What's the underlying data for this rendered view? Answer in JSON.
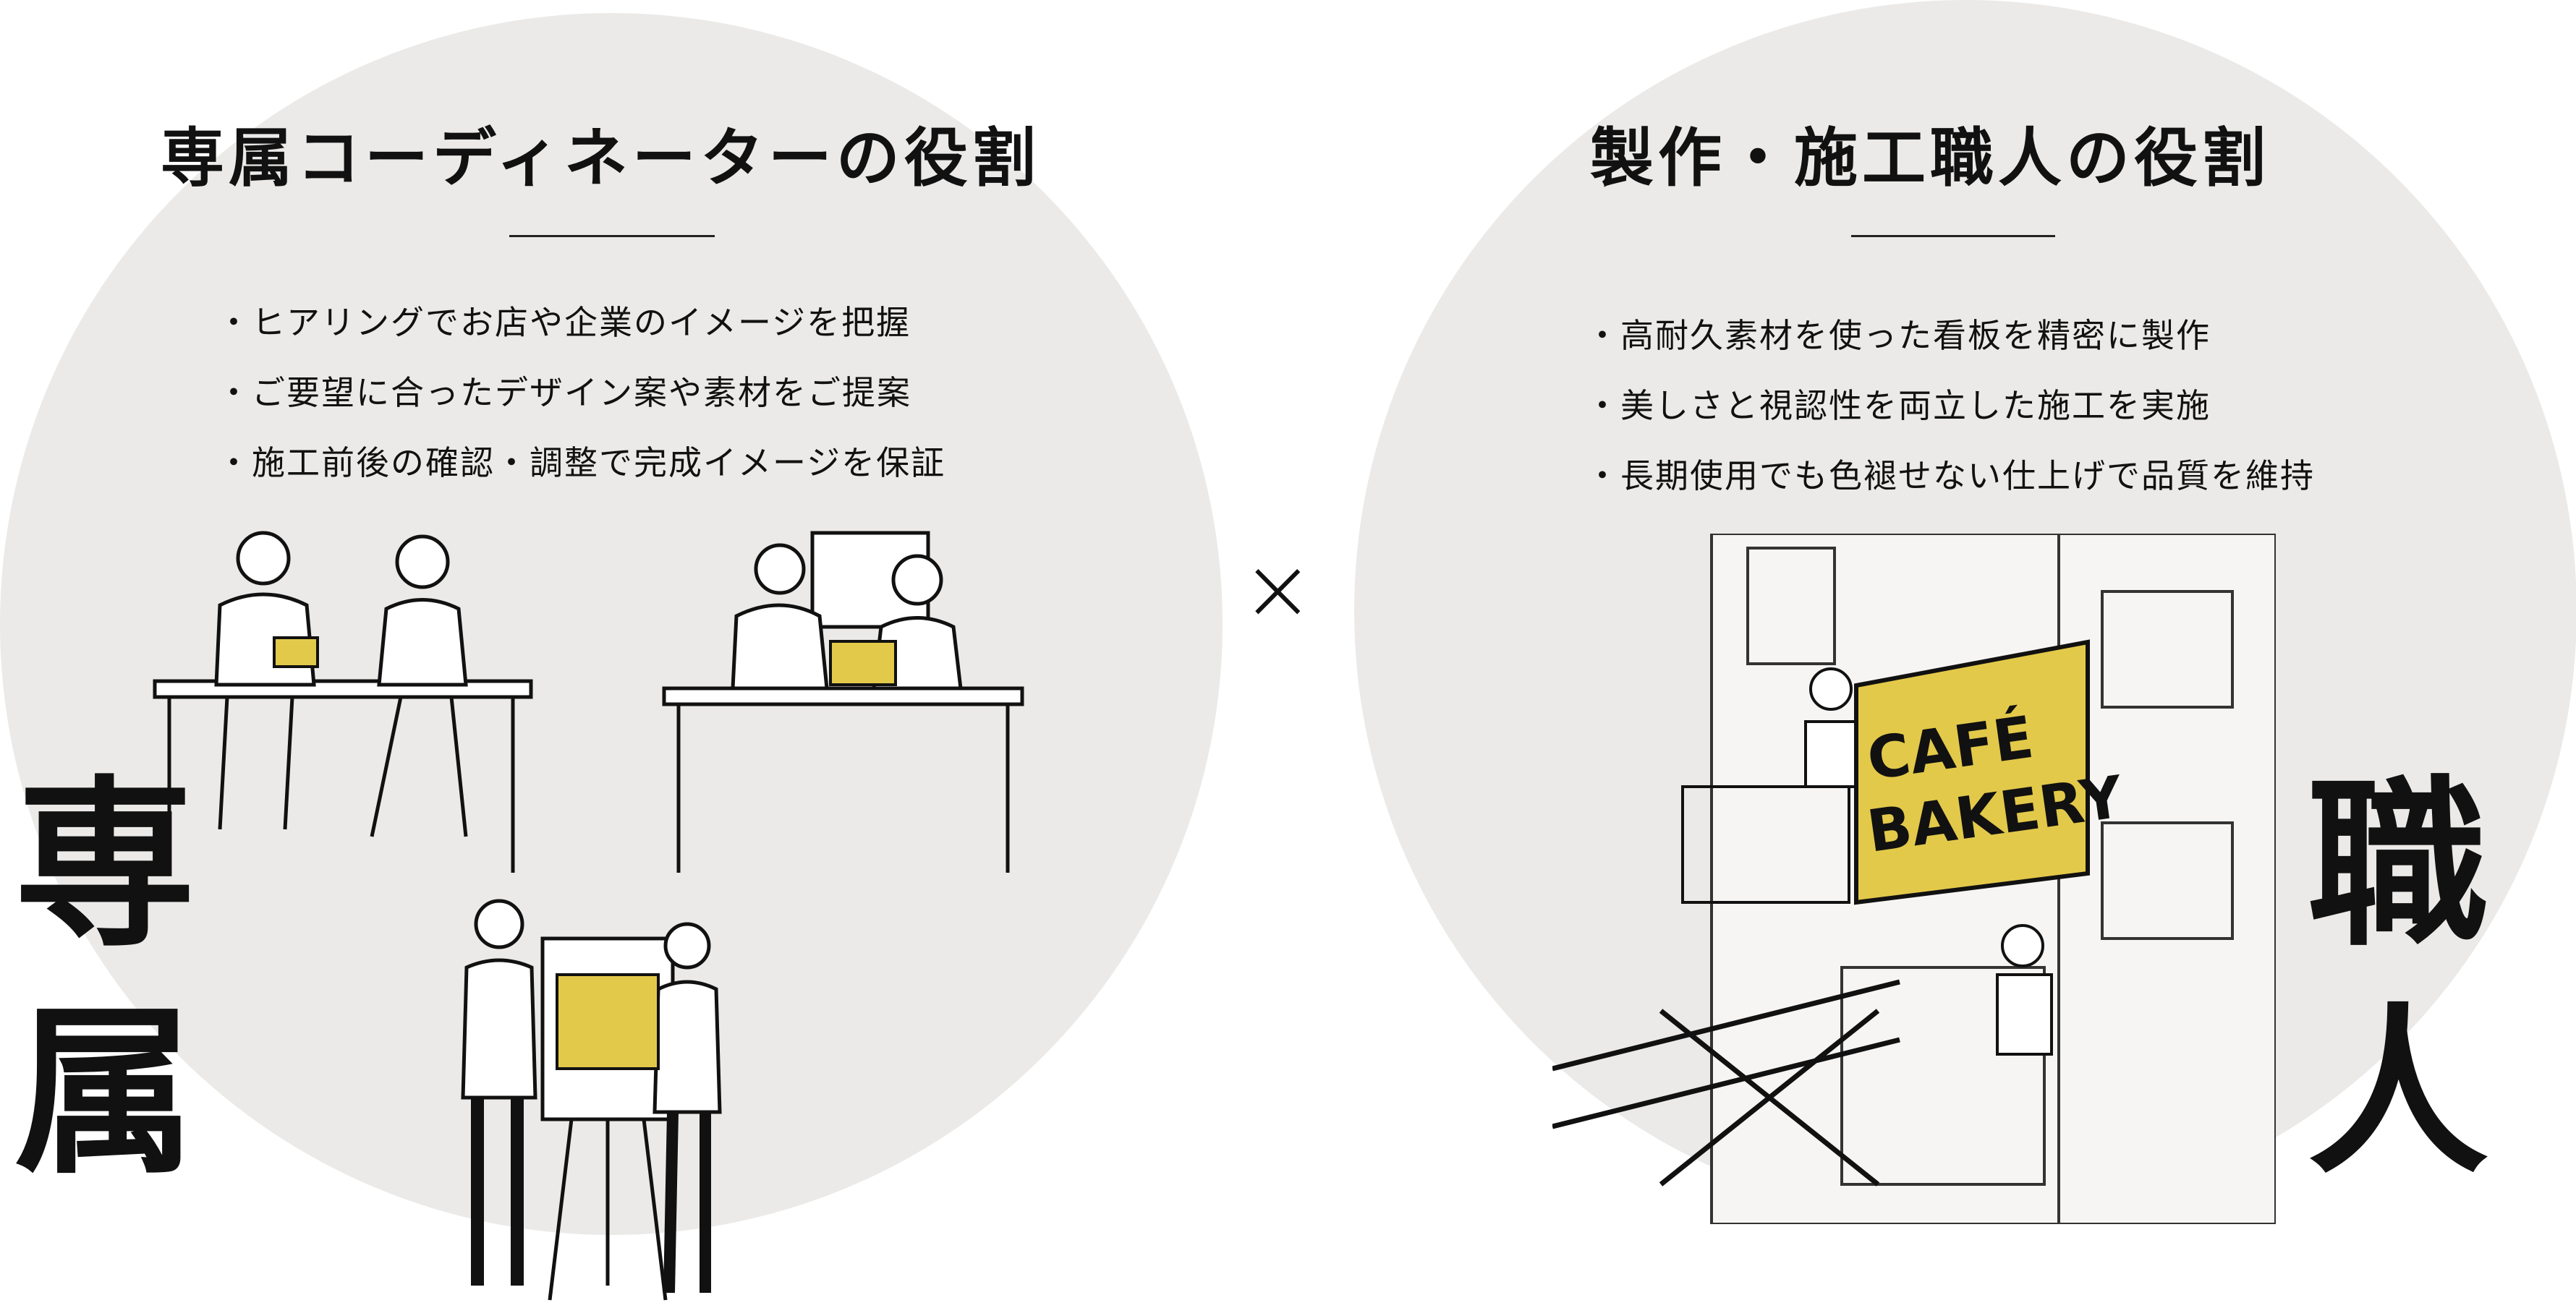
{
  "left": {
    "title": "専属コーディネーターの役割",
    "bullets": [
      "ヒアリングでお店や企業のイメージを把握",
      "ご要望に合ったデザイン案や素材をご提案",
      "施工前後の確認・調整で完成イメージを保証"
    ],
    "big_chars": [
      "専",
      "属"
    ]
  },
  "separator": "×",
  "right": {
    "title": "製作・施工職人の役割",
    "bullets": [
      "高耐久素材を使った看板を精密に製作",
      "美しさと視認性を両立した施工を実施",
      "長期使用でも色褪せない仕上げで品質を維持"
    ],
    "big_chars": [
      "職",
      "人"
    ],
    "sign_text": [
      "CAFÉ",
      "BAKERY"
    ]
  },
  "colors": {
    "circle": "#ebeae8",
    "accent_yellow": "#e3c94a",
    "ink": "#111111"
  }
}
